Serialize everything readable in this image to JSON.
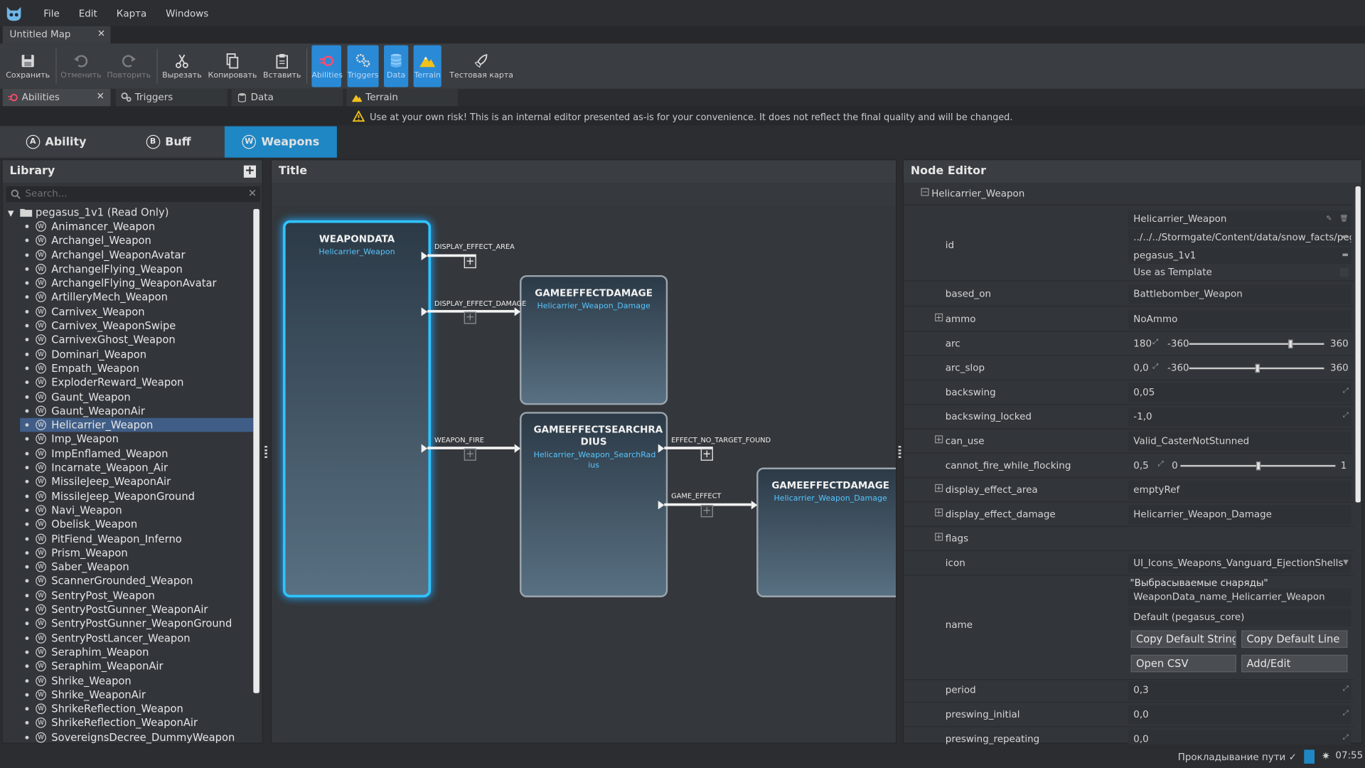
{
  "menu": [
    "File",
    "Edit",
    "Карта",
    "Windows"
  ],
  "doc_tab": {
    "label": "Untitled Map",
    "close": "✕"
  },
  "toolbar": {
    "save": "Сохранить",
    "undo": "Отменить",
    "redo": "Повторить",
    "cut": "Вырезать",
    "copy": "Копировать",
    "paste": "Вставить",
    "abilities": "Abilities",
    "triggers": "Triggers",
    "data": "Data",
    "terrain": "Terrain",
    "test": "Тестовая карта"
  },
  "editor_tabs": [
    {
      "label": "Abilities"
    },
    {
      "label": "Triggers"
    },
    {
      "label": "Data"
    },
    {
      "label": "Terrain"
    }
  ],
  "warning": "Use at your own risk! This is an internal editor presented as-is for your convenience. It does not reflect the final quality and will be changed.",
  "mode_tabs": [
    {
      "letter": "A",
      "label": "Ability"
    },
    {
      "letter": "B",
      "label": "Buff"
    },
    {
      "letter": "W",
      "label": "Weapons"
    }
  ],
  "library": {
    "title": "Library",
    "add": "+",
    "search_placeholder": "Search...",
    "clear": "✕",
    "root": "pegasus_1v1 (Read Only)",
    "badge": "W",
    "items": [
      "Animancer_Weapon",
      "Archangel_Weapon",
      "Archangel_WeaponAvatar",
      "ArchangelFlying_Weapon",
      "ArchangelFlying_WeaponAvatar",
      "ArtilleryMech_Weapon",
      "Carnivex_Weapon",
      "Carnivex_WeaponSwipe",
      "CarnivexGhost_Weapon",
      "Dominari_Weapon",
      "Empath_Weapon",
      "ExploderReward_Weapon",
      "Gaunt_Weapon",
      "Gaunt_WeaponAir",
      "Helicarrier_Weapon",
      "Imp_Weapon",
      "ImpEnflamed_Weapon",
      "Incarnate_Weapon_Air",
      "MissileJeep_WeaponAir",
      "MissileJeep_WeaponGround",
      "Navi_Weapon",
      "Obelisk_Weapon",
      "PitFiend_Weapon_Inferno",
      "Prism_Weapon",
      "Saber_Weapon",
      "ScannerGrounded_Weapon",
      "SentryPost_Weapon",
      "SentryPostGunner_WeaponAir",
      "SentryPostGunner_WeaponGround",
      "SentryPostLancer_Weapon",
      "Seraphim_Weapon",
      "Seraphim_WeaponAir",
      "Shrike_Weapon",
      "Shrike_WeaponAir",
      "ShrikeReflection_Weapon",
      "ShrikeReflection_WeaponAir",
      "SovereignsDecree_DummyWeapon"
    ],
    "selected": "Helicarrier_Weapon"
  },
  "graph": {
    "title": "Title",
    "nodes": [
      {
        "id": "n1",
        "title": "WEAPONDATA",
        "sub": "Helicarrier_Weapon"
      },
      {
        "id": "n2",
        "title": "GAMEEFFECTDAMAGE",
        "sub": "Helicarrier_Weapon_Damage"
      },
      {
        "id": "n3",
        "title": "GAMEEFFECTSEARCHRA DIUS",
        "sub": "Helicarrier_Weapon_SearchRad ius"
      },
      {
        "id": "n4",
        "title": "GAMEEFFECTDAMAGE",
        "sub": "Helicarrier_Weapon_Damage"
      }
    ],
    "edges": {
      "display_effect_area": "DISPLAY_EFFECT_AREA",
      "display_effect_damage": "DISPLAY_EFFECT_DAMAGE",
      "weapon_fire": "WEAPON_FIRE",
      "effect_no_target_found": "EFFECT_NO_TARGET_FOUND",
      "game_effect": "GAME_EFFECT"
    },
    "plus": "+"
  },
  "node_editor": {
    "title": "Node Editor",
    "root": "Helicarrier_Weapon",
    "id_key": "id",
    "id_name": "Helicarrier_Weapon",
    "id_path": "../../../Stormgate/Content/data/snow_facts/peg",
    "id_pack": "pegasus_1v1",
    "use_template": "Use as Template",
    "based_on": {
      "key": "based_on",
      "value": "Battlebomber_Weapon"
    },
    "ammo": {
      "key": "ammo",
      "value": "NoAmmo"
    },
    "arc": {
      "key": "arc",
      "value": "180",
      "min": "-360",
      "max": "360",
      "level": 0.75
    },
    "arc_slop": {
      "key": "arc_slop",
      "value": "0,0",
      "min": "-360",
      "max": "360",
      "level": 0.5
    },
    "backswing": {
      "key": "backswing",
      "value": "0,05"
    },
    "backswing_locked": {
      "key": "backswing_locked",
      "value": "-1,0"
    },
    "can_use": {
      "key": "can_use",
      "value": "Valid_CasterNotStunned"
    },
    "cannot_fire": {
      "key": "cannot_fire_while_flocking",
      "value": "0,5",
      "min": "0",
      "max": "1",
      "level": 0.5
    },
    "display_effect_area": {
      "key": "display_effect_area",
      "value": "emptyRef"
    },
    "display_effect_damage": {
      "key": "display_effect_damage",
      "value": "Helicarrier_Weapon_Damage"
    },
    "flags": {
      "key": "flags"
    },
    "icon": {
      "key": "icon",
      "value": "UI_Icons_Weapons_Vanguard_EjectionShells"
    },
    "name": {
      "key": "name",
      "display": "\"Выбрасываемые снаряды\"",
      "string_id": "WeaponData_name_Helicarrier_Weapon",
      "source": "Default (pegasus_core)",
      "copy_id": "Copy Default String ID",
      "copy_line": "Copy Default Line",
      "open_csv": "Open CSV",
      "add_edit": "Add/Edit"
    },
    "period": {
      "key": "period",
      "value": "0,3"
    },
    "preswing_initial": {
      "key": "preswing_initial",
      "value": "0,0"
    },
    "preswing_repeating": {
      "key": "preswing_repeating",
      "value": "0,0"
    }
  },
  "status": {
    "path": "Прокладывание пути ✓",
    "clock": "07:55"
  },
  "colors": {
    "accent": "#1f87c4",
    "selection": "#3f5d87",
    "node_glow": "#2fc3ff",
    "node_sub": "#56c6ff"
  }
}
